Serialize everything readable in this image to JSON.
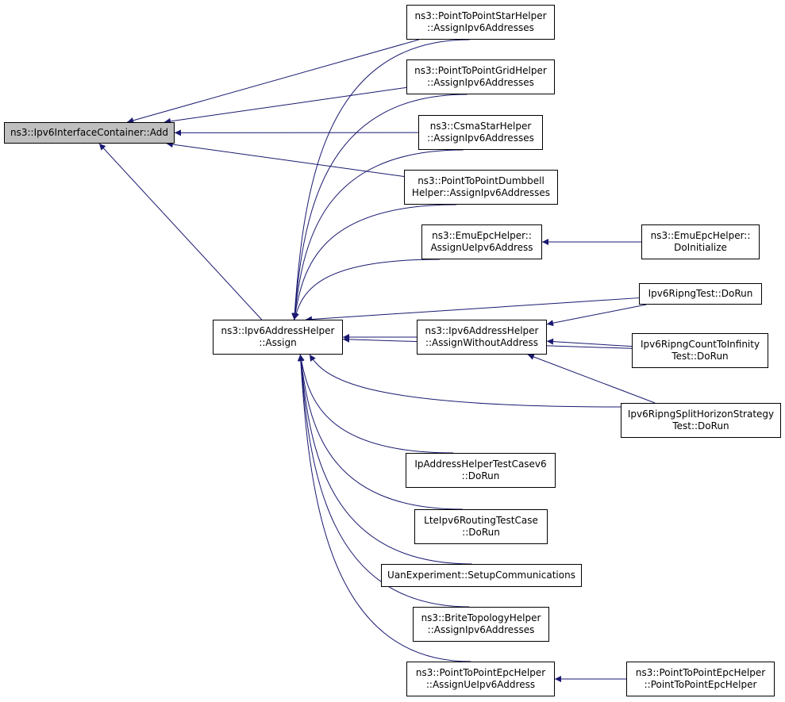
{
  "colors": {
    "edge": "#191970",
    "root_fill": "#bfbfbf",
    "node_fill": "#ffffff",
    "node_border": "#000000"
  },
  "nodes": {
    "root": {
      "lines": [
        "ns3::Ipv6InterfaceContainer::Add"
      ]
    },
    "p2pStar": {
      "lines": [
        "ns3::PointToPointStarHelper",
        "::AssignIpv6Addresses"
      ]
    },
    "p2pGrid": {
      "lines": [
        "ns3::PointToPointGridHelper",
        "::AssignIpv6Addresses"
      ]
    },
    "csmaStar": {
      "lines": [
        "ns3::CsmaStarHelper",
        "::AssignIpv6Addresses"
      ]
    },
    "p2pDumbbell": {
      "lines": [
        "ns3::PointToPointDumbbell",
        "Helper::AssignIpv6Addresses"
      ]
    },
    "assign": {
      "lines": [
        "ns3::Ipv6AddressHelper",
        "::Assign"
      ]
    },
    "emuAssign": {
      "lines": [
        "ns3::EmuEpcHelper::",
        "AssignUeIpv6Address"
      ]
    },
    "emuInit": {
      "lines": [
        "ns3::EmuEpcHelper::",
        "DoInitialize"
      ]
    },
    "ripngTest": {
      "lines": [
        "Ipv6RipngTest::DoRun"
      ]
    },
    "assignWithout": {
      "lines": [
        "ns3::Ipv6AddressHelper",
        "::AssignWithoutAddress"
      ]
    },
    "ripngCount": {
      "lines": [
        "Ipv6RipngCountToInfinity",
        "Test::DoRun"
      ]
    },
    "ripngSplit": {
      "lines": [
        "Ipv6RipngSplitHorizonStrategy",
        "Test::DoRun"
      ]
    },
    "ipAddrTest": {
      "lines": [
        "IpAddressHelperTestCasev6",
        "::DoRun"
      ]
    },
    "lteRouting": {
      "lines": [
        "LteIpv6RoutingTestCase",
        "::DoRun"
      ]
    },
    "uanExp": {
      "lines": [
        "UanExperiment::SetupCommunications"
      ]
    },
    "brite": {
      "lines": [
        "ns3::BriteTopologyHelper",
        "::AssignIpv6Addresses"
      ]
    },
    "p2pEpcAssign": {
      "lines": [
        "ns3::PointToPointEpcHelper",
        "::AssignUeIpv6Address"
      ]
    },
    "p2pEpcCtor": {
      "lines": [
        "ns3::PointToPointEpcHelper",
        "::PointToPointEpcHelper"
      ]
    }
  },
  "edges": [
    {
      "from": "p2pStar",
      "to": "root"
    },
    {
      "from": "p2pGrid",
      "to": "root"
    },
    {
      "from": "csmaStar",
      "to": "root"
    },
    {
      "from": "p2pDumbbell",
      "to": "root"
    },
    {
      "from": "assign",
      "to": "root"
    },
    {
      "from": "p2pStar",
      "to": "assign"
    },
    {
      "from": "p2pGrid",
      "to": "assign"
    },
    {
      "from": "csmaStar",
      "to": "assign"
    },
    {
      "from": "p2pDumbbell",
      "to": "assign"
    },
    {
      "from": "emuAssign",
      "to": "assign"
    },
    {
      "from": "ripngTest",
      "to": "assign"
    },
    {
      "from": "assignWithout",
      "to": "assign"
    },
    {
      "from": "ripngCount",
      "to": "assign"
    },
    {
      "from": "ripngSplit",
      "to": "assign"
    },
    {
      "from": "ipAddrTest",
      "to": "assign"
    },
    {
      "from": "lteRouting",
      "to": "assign"
    },
    {
      "from": "uanExp",
      "to": "assign"
    },
    {
      "from": "brite",
      "to": "assign"
    },
    {
      "from": "p2pEpcAssign",
      "to": "assign"
    },
    {
      "from": "emuInit",
      "to": "emuAssign"
    },
    {
      "from": "ripngTest",
      "to": "assignWithout"
    },
    {
      "from": "ripngCount",
      "to": "assignWithout"
    },
    {
      "from": "ripngSplit",
      "to": "assignWithout"
    },
    {
      "from": "p2pEpcCtor",
      "to": "p2pEpcAssign"
    }
  ]
}
